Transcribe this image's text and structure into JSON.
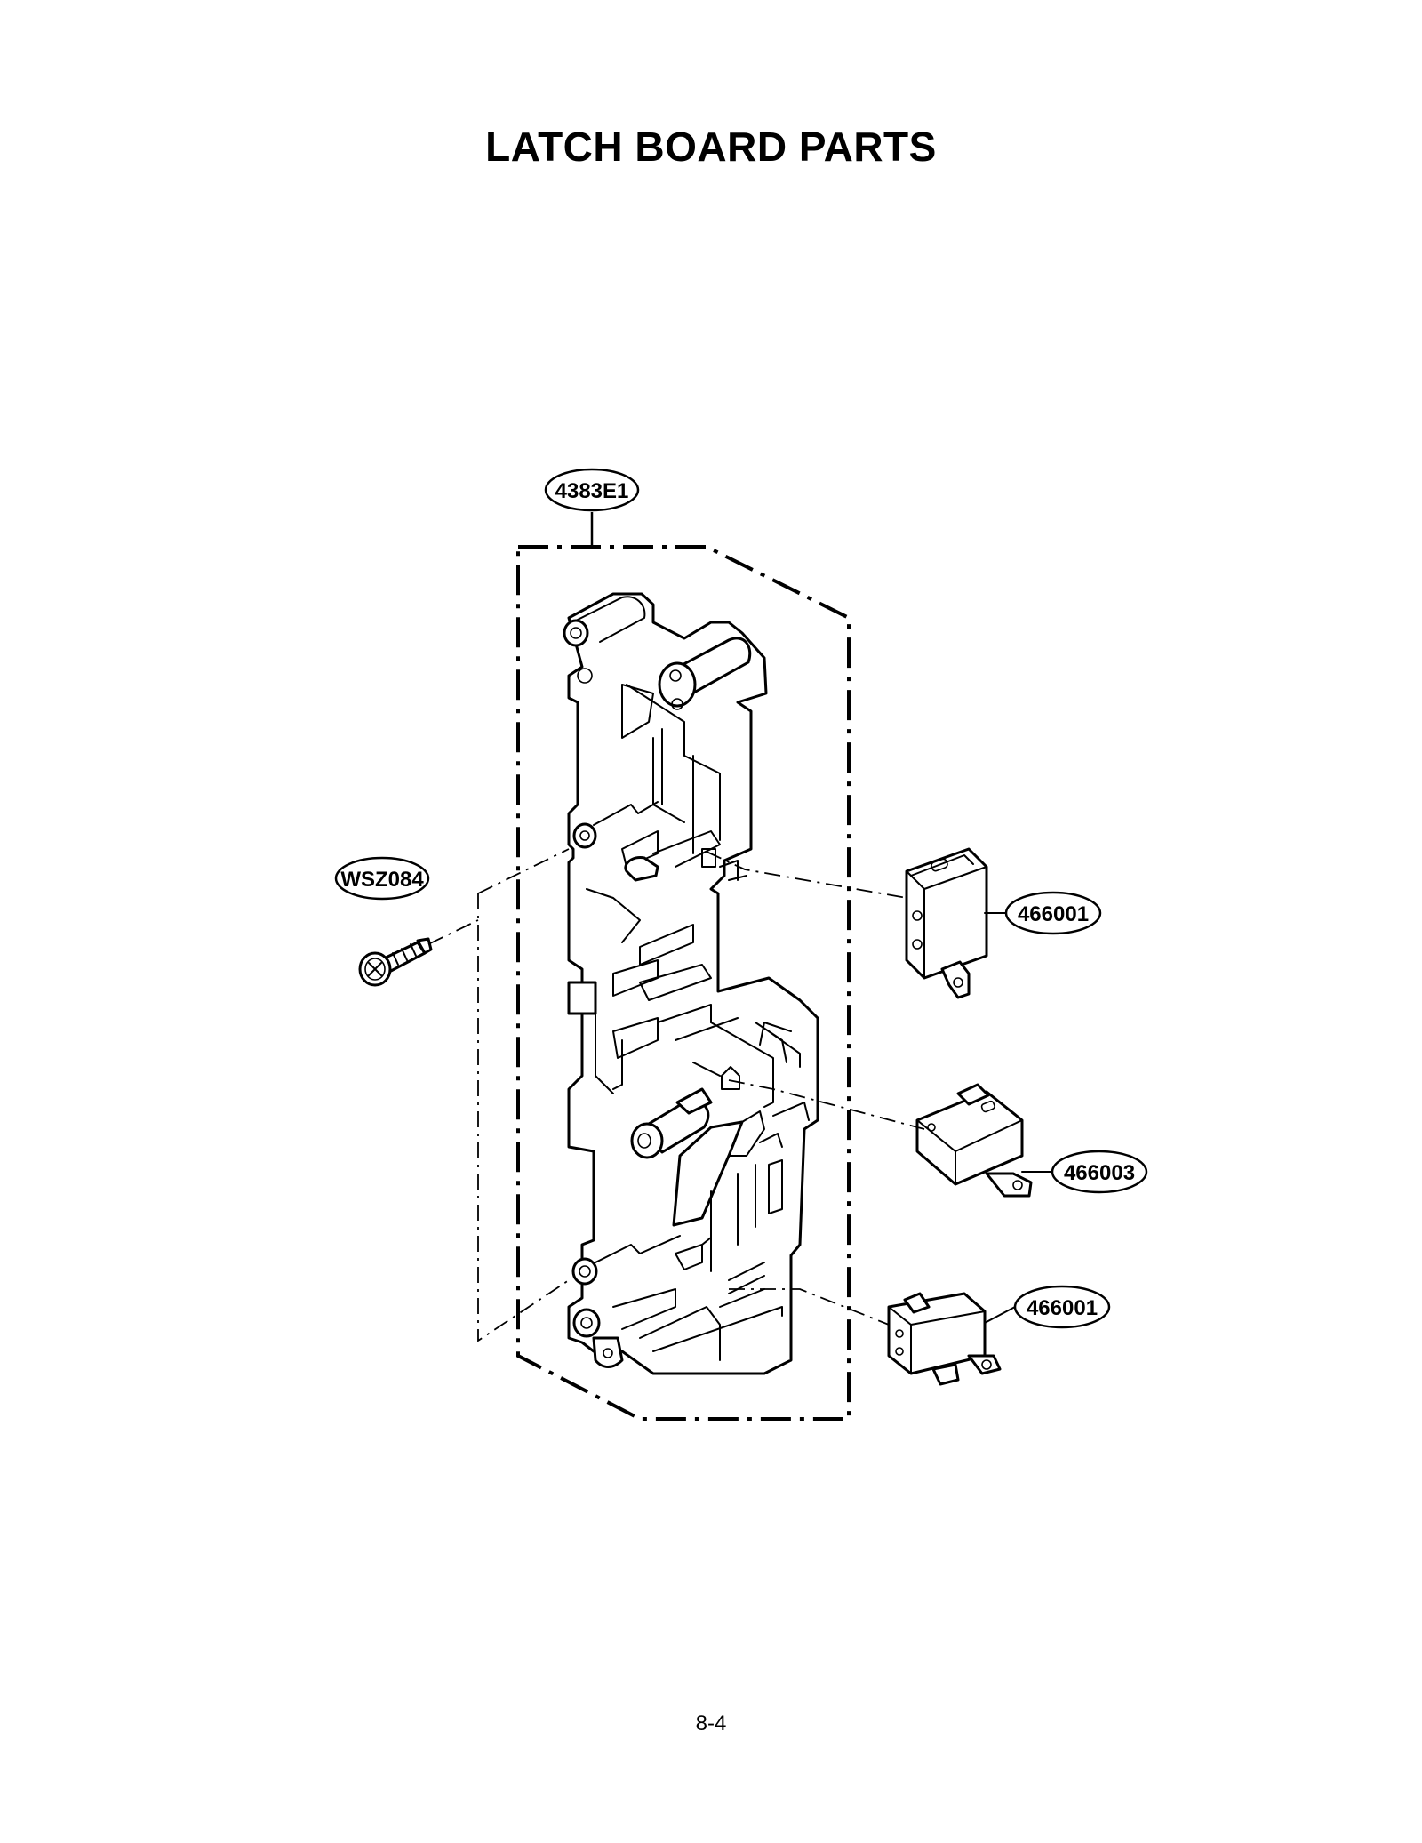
{
  "title": "LATCH BOARD PARTS",
  "page_number": "8-4",
  "callouts": {
    "latch_board": "4383E1",
    "screw": "WSZ084",
    "switch_top": "466001",
    "switch_middle": "466003",
    "switch_bottom": "466001"
  }
}
